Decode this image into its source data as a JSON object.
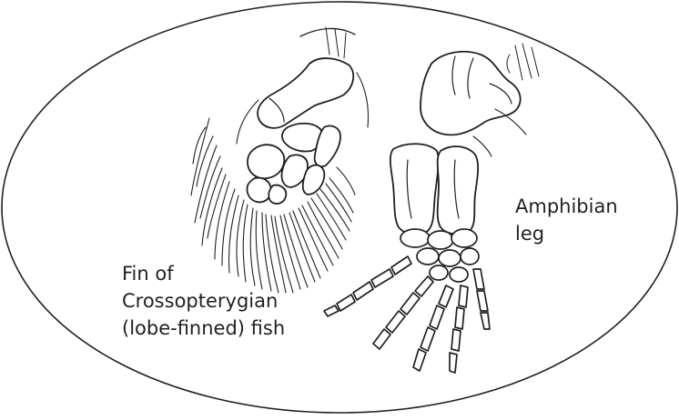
{
  "labels": {
    "fin": {
      "line1": "Fin of",
      "line2": "Crossopterygian",
      "line3": "(lobe-finned) fish"
    },
    "leg": {
      "line1": "Amphibian",
      "line2": "leg"
    }
  },
  "colors": {
    "ink": "#231f20",
    "background": "#ffffff"
  }
}
